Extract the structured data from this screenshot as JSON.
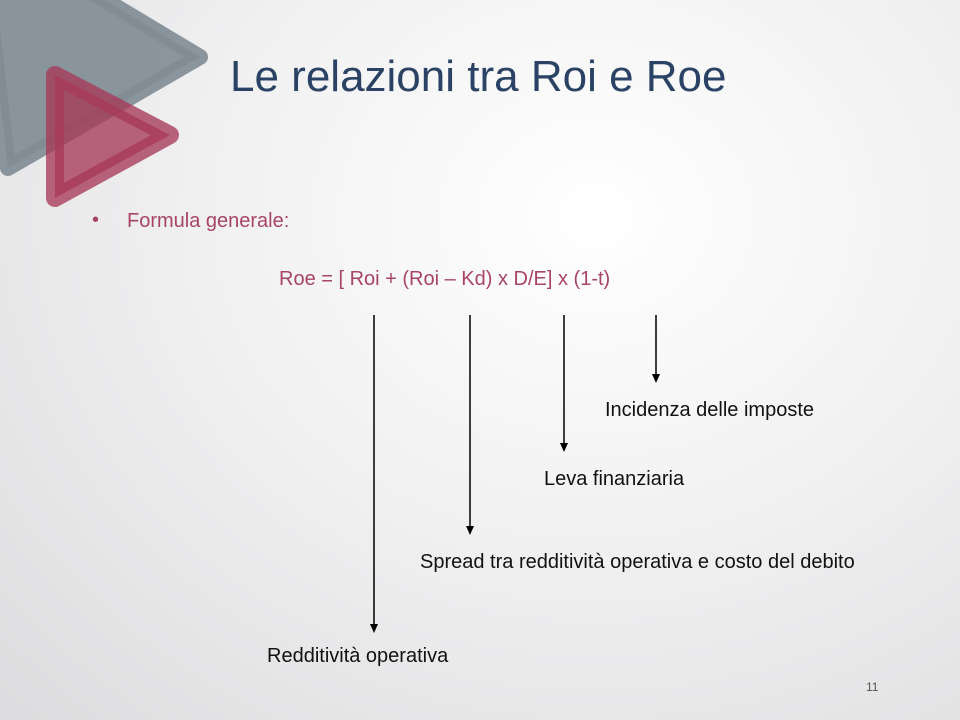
{
  "slide": {
    "title": "Le relazioni tra Roi e Roe",
    "bullet_marker": "•",
    "bullet_text": "Formula generale:",
    "formula": "Roe = [ Roi + (Roi – Kd) x D/E] x (1-t)",
    "labels": {
      "taxes": "Incidenza delle imposte",
      "leverage": "Leva finanziaria",
      "spread": "Spread tra redditività operativa e costo del debito",
      "operating": "Redditività operativa"
    },
    "page_number": "11"
  },
  "colors": {
    "title": "#2a4365",
    "accent": "#a84468",
    "shape_gray": "#7f8b94",
    "shape_red": "#a63a58"
  }
}
